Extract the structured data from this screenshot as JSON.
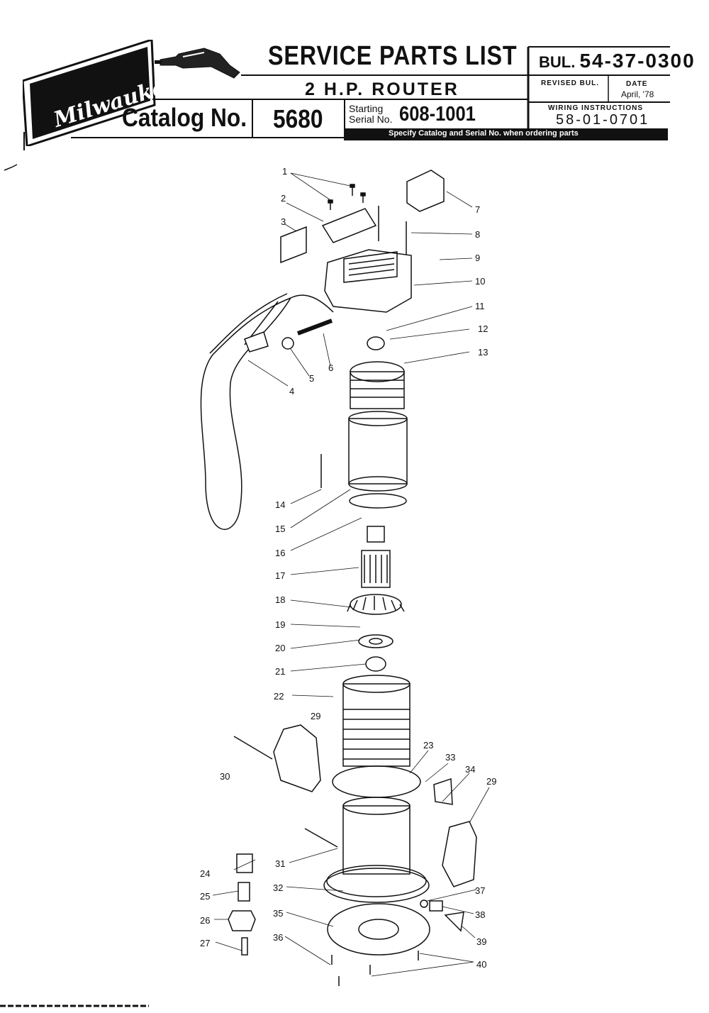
{
  "header": {
    "brand": "Milwaukee",
    "title": "SERVICE PARTS LIST",
    "subtitle": "2 H.P. ROUTER",
    "catalog_label": "Catalog No.",
    "catalog_number": "5680",
    "starting_label": "Starting",
    "serial_label": "Serial No.",
    "serial_number": "608-1001",
    "bulletin_prefix": "BUL.",
    "bulletin_number": "54-37-0300",
    "revised_label": "REVISED BUL.",
    "date_label": "DATE",
    "date_value": "April, '78",
    "wiring_label": "WIRING INSTRUCTIONS",
    "wiring_number": "58-01-0701",
    "notice": "Specify Catalog and Serial No. when ordering parts"
  },
  "parts_callouts": [
    "1",
    "2",
    "3",
    "4",
    "5",
    "6",
    "7",
    "8",
    "9",
    "10",
    "11",
    "12",
    "13",
    "14",
    "15",
    "16",
    "17",
    "18",
    "19",
    "20",
    "21",
    "22",
    "23",
    "24",
    "25",
    "26",
    "27",
    "29",
    "29",
    "30",
    "31",
    "32",
    "33",
    "34",
    "35",
    "36",
    "37",
    "38",
    "39",
    "40"
  ]
}
